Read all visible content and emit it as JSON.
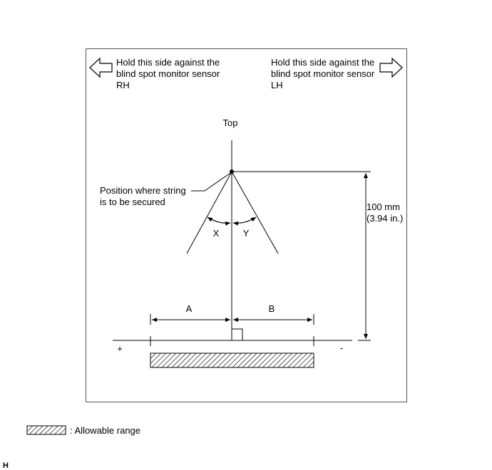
{
  "left_note": {
    "line1": "Hold this side against the",
    "line2": "blind spot monitor sensor",
    "line3": "RH"
  },
  "right_note": {
    "line1": "Hold this side against the",
    "line2": "blind spot monitor sensor",
    "line3": "LH"
  },
  "top_label": "Top",
  "position_label": {
    "line1": "Position where string",
    "line2": "is to be secured"
  },
  "angle_labels": {
    "x": "X",
    "y": "Y"
  },
  "dimension": {
    "line1": "100 mm",
    "line2": "(3.94 in.)"
  },
  "distance_labels": {
    "a": "A",
    "b": "B"
  },
  "sign_labels": {
    "plus": "+",
    "minus": "-"
  },
  "legend": {
    "text": ": Allowable range"
  },
  "corner_mark": "H"
}
